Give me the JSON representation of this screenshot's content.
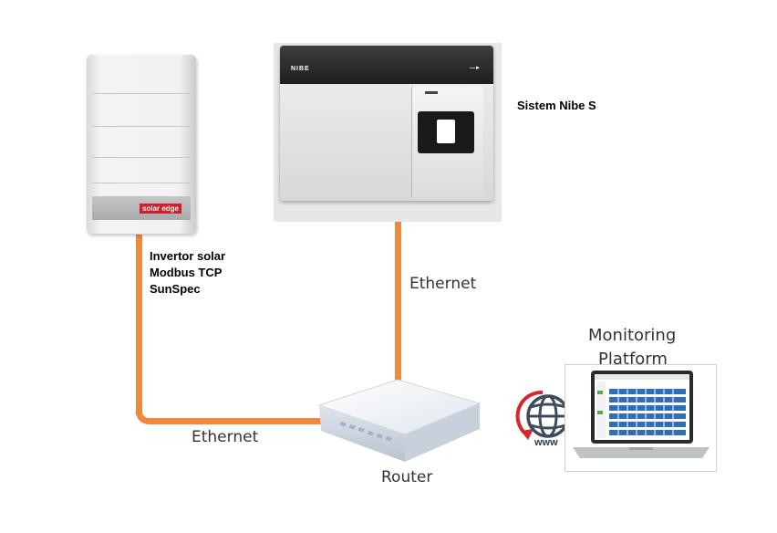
{
  "labels": {
    "nibe_system": "Sistem Nibe S",
    "inverter_line1": "Invertor solar",
    "inverter_line2": "Modbus  TCP",
    "inverter_line3": "SunSpec",
    "ethernet_top": "Ethernet",
    "ethernet_bottom": "Ethernet",
    "router": "Router",
    "monitoring_line1": "Monitoring",
    "monitoring_line2": "Platform",
    "www": "www"
  },
  "device_marks": {
    "inverter_brand": "solar edge",
    "nibe_logo": "NIBE"
  },
  "colors": {
    "cable": "#ee8a3a",
    "globe": "#3d4b5c",
    "globe_arrow": "#d7262e",
    "dashboard_tiles": "#2f6eb8"
  },
  "icons": {
    "globe": "globe-icon",
    "router": "router-icon",
    "laptop": "laptop-icon"
  }
}
